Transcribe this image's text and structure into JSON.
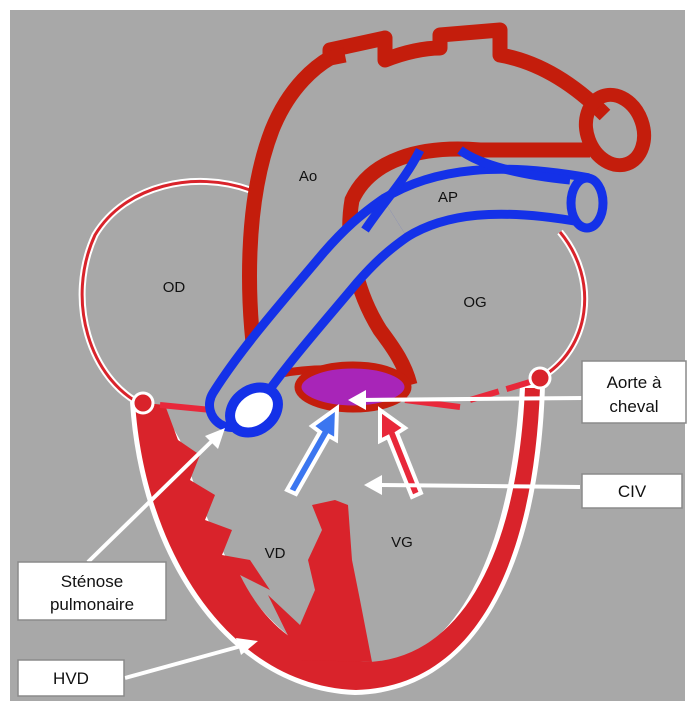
{
  "diagram": {
    "colors": {
      "background": "#a8a8a8",
      "aorta": "#c41d0c",
      "myocardium": "#d9232b",
      "pulmonary_artery": "#1431e8",
      "overriding_aorta": "#a825b8",
      "arrow_blue": "#3b76f0",
      "arrow_red": "#e8283a",
      "callout": "#ffffff"
    },
    "chambers": {
      "ao": "Ao",
      "ap": "AP",
      "od": "OD",
      "og": "OG",
      "vd": "VD",
      "vg": "VG"
    },
    "callouts": {
      "aorte_line1": "Aorte à",
      "aorte_line2": "cheval",
      "civ": "CIV",
      "stenose_line1": "Sténose",
      "stenose_line2": "pulmonaire",
      "hvd": "HVD"
    }
  }
}
